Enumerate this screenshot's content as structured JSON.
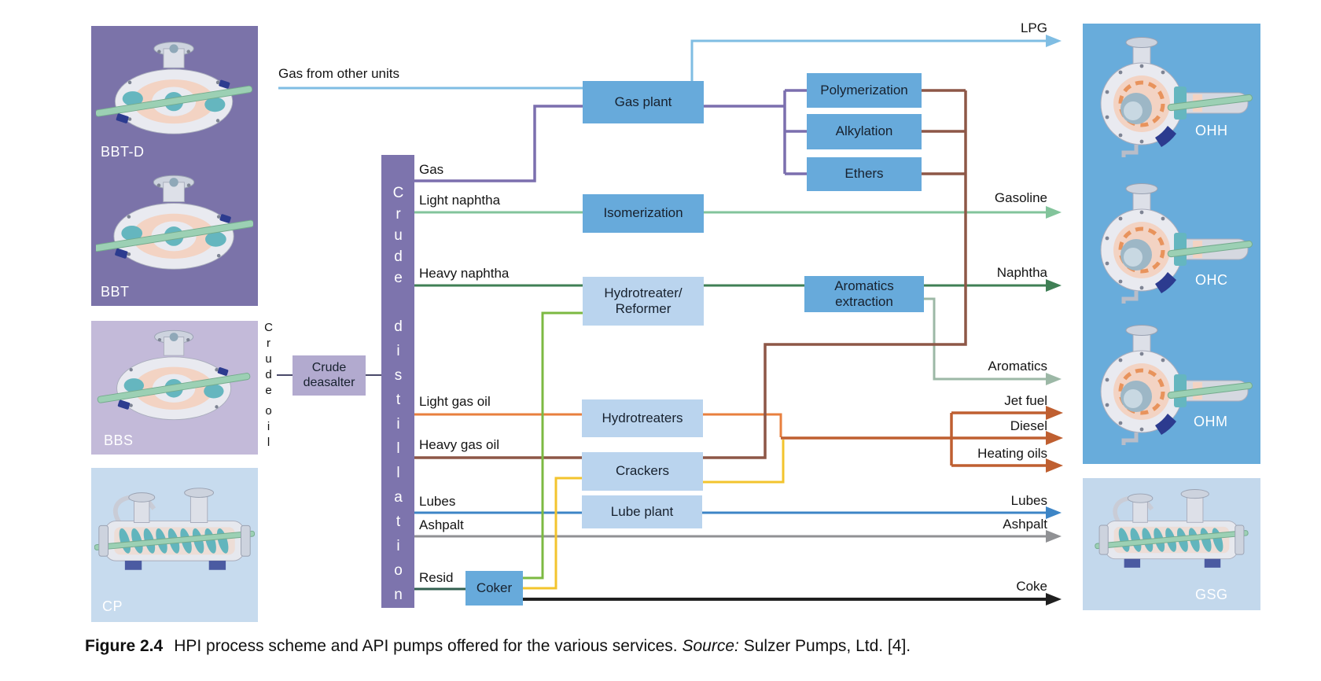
{
  "caption": {
    "figure_label": "Figure 2.4",
    "text": "HPI process scheme and API pumps offered for the various services.",
    "source_label": "Source:",
    "source": "Sulzer Pumps, Ltd. [4]."
  },
  "pumps": {
    "bbtd": "BBT-D",
    "bbt": "BBT",
    "bbs": "BBS",
    "cp": "CP",
    "ohh": "OHH",
    "ohc": "OHC",
    "ohm": "OHM",
    "gsg": "GSG"
  },
  "column": {
    "word1": "Crude",
    "word2": "distillation"
  },
  "feed": {
    "word1": "Crude",
    "word2": "oil"
  },
  "units": {
    "gas_plant": "Gas plant",
    "polymerization": "Polymerization",
    "alkylation": "Alkylation",
    "ethers": "Ethers",
    "isomerization": "Isomerization",
    "hydrotreater_reformer_line1": "Hydrotreater/",
    "hydrotreater_reformer_line2": "Reformer",
    "aromatics_extraction_line1": "Aromatics",
    "aromatics_extraction_line2": "extraction",
    "hydrotreaters": "Hydrotreaters",
    "crackers": "Crackers",
    "lube_plant": "Lube plant",
    "coker": "Coker",
    "crude_deasalter_line1": "Crude",
    "crude_deasalter_line2": "deasalter"
  },
  "streams": {
    "gas_from_other_units": "Gas from other units",
    "lpg": "LPG",
    "gas": "Gas",
    "light_naphtha": "Light naphtha",
    "gasoline": "Gasoline",
    "heavy_naphtha": "Heavy naphtha",
    "naphtha": "Naphtha",
    "aromatics": "Aromatics",
    "light_gas_oil": "Light gas oil",
    "jet_fuel": "Jet fuel",
    "diesel": "Diesel",
    "heating_oils": "Heating oils",
    "heavy_gas_oil": "Heavy gas oil",
    "lubes_left": "Lubes",
    "lubes_right": "Lubes",
    "ashpalt_left": "Ashpalt",
    "ashpalt_right": "Ashpalt",
    "resid": "Resid",
    "coke": "Coke"
  },
  "colors": {
    "light_blue": "#7fbde3",
    "purple": "#7b6fae",
    "light_green": "#82c49b",
    "dark_green": "#3f7f55",
    "sage_green": "#9cb8a6",
    "orange": "#e87f3e",
    "maroon": "#8d5747",
    "rust": "#bf5f30",
    "yellow": "#f3c42d",
    "chartreuse": "#7cb942",
    "blue": "#3d85c6",
    "gray": "#909194",
    "dark_teal": "#315f4f",
    "black": "#1f1f1f",
    "connector": "#4a4a6a",
    "panel_purple": "#7b73a9",
    "panel_lavender": "#c3bad9",
    "panel_light_blue_left": "#c7dbee",
    "panel_blue_right": "#68acdb",
    "panel_light_blue_right": "#c3d8ec",
    "box_medium_blue": "#67aadb",
    "box_light_blue": "#bad4ee",
    "box_deasalter": "#b2aacf",
    "column_purple": "#7d74ad"
  }
}
